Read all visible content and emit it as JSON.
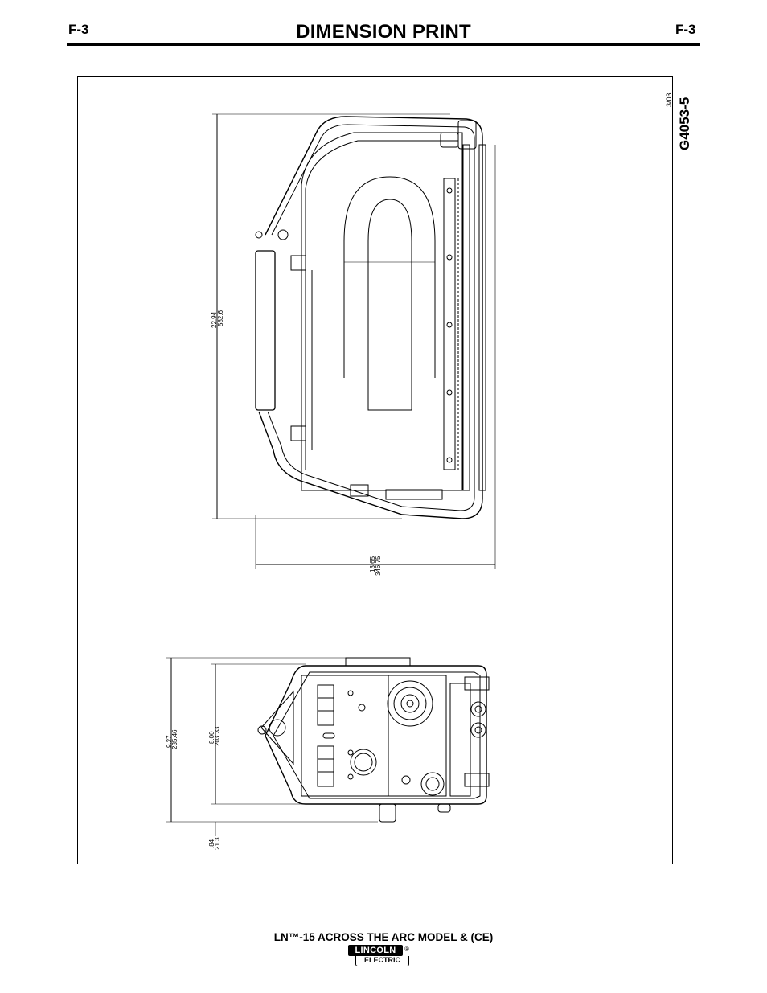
{
  "header": {
    "page_code_left": "F-3",
    "title": "DIMENSION PRINT",
    "page_code_right": "F-3"
  },
  "drawing": {
    "drawing_number": "G4053-5",
    "revision_date": "3/03",
    "dimensions": {
      "height_in": "22.94",
      "height_mm": "582.6",
      "width_in": "13.65",
      "width_mm": "346.75",
      "overall_depth_in": "9.27",
      "overall_depth_mm": "235.46",
      "body_depth_in": "8.00",
      "body_depth_mm": "203.33",
      "foot_in": ".84",
      "foot_mm": "21.3"
    }
  },
  "footer": {
    "model": "LN™-15 ACROSS THE ARC MODEL & (CE)",
    "logo_top": "LINCOLN",
    "logo_bottom": "ELECTRIC",
    "logo_reg": "®"
  }
}
